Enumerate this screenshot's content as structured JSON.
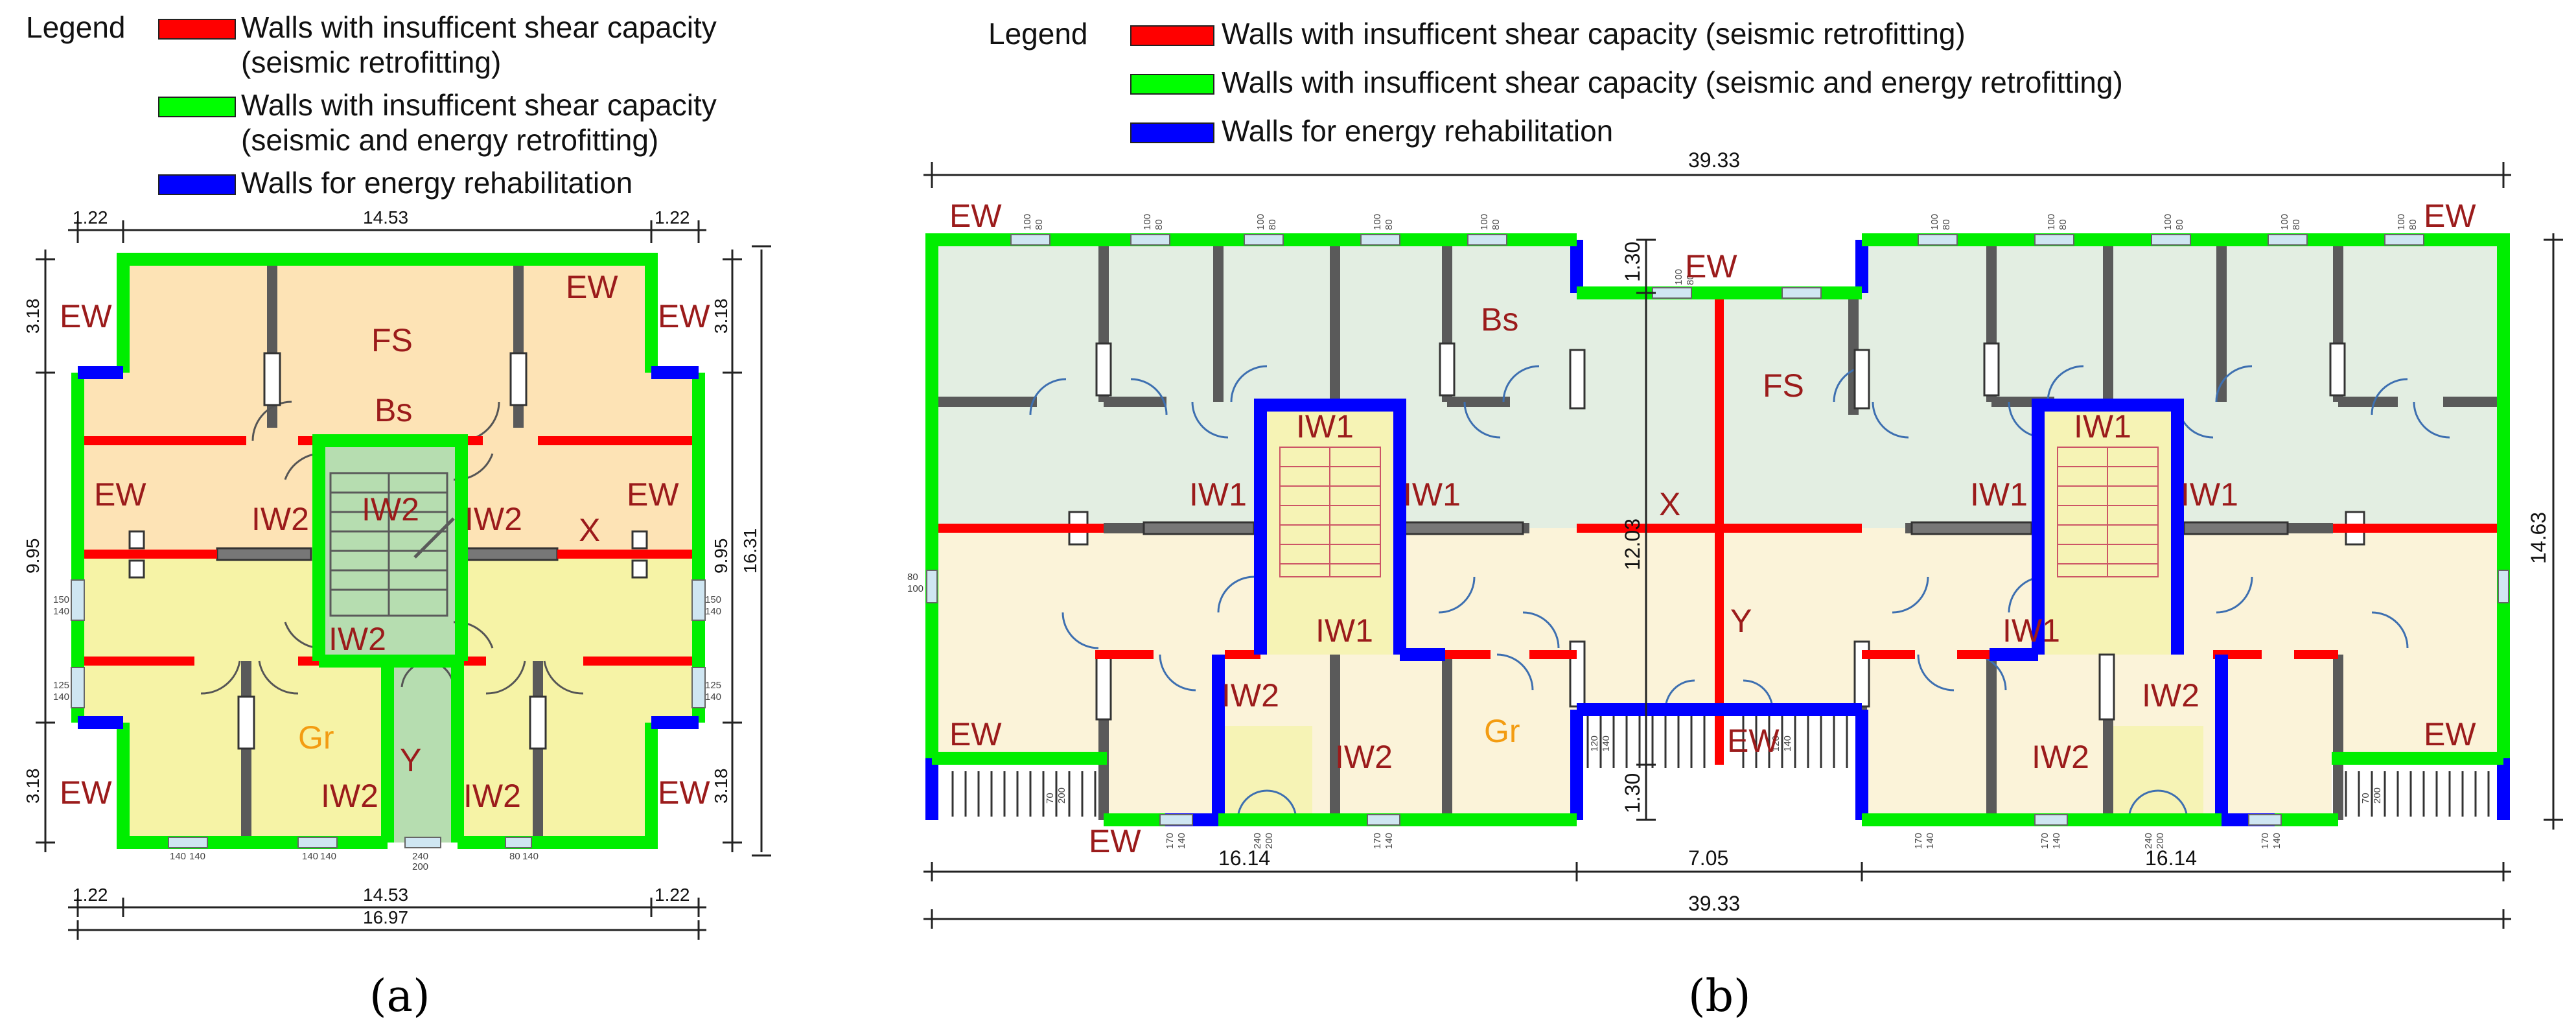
{
  "panels": [
    {
      "id": "a",
      "caption": "(a)",
      "legend": {
        "title": "Legend",
        "items": [
          {
            "color": "#ff0000",
            "lines": [
              "Walls with insufficent shear capacity",
              "(seismic retrofitting)"
            ]
          },
          {
            "color": "#00ff00",
            "lines": [
              "Walls with insufficent shear capacity",
              "(seismic and energy retrofitting)"
            ]
          },
          {
            "color": "#0000ff",
            "lines": [
              "Walls for energy rehabilitation"
            ]
          }
        ]
      },
      "dims": {
        "top_left": "1.22",
        "top_mid": "14.53",
        "top_right": "1.22",
        "bot_left": "1.22",
        "bot_mid": "14.53",
        "bot_right": "1.22",
        "bot_total": "16.97",
        "left_top": "3.18",
        "left_mid": "9.95",
        "left_bot": "3.18",
        "right_top": "3.18",
        "right_mid": "9.95",
        "right_bot": "3.18",
        "right_total": "16.31"
      },
      "small_dims": [
        "150",
        "140",
        "125",
        "140",
        "150",
        "140",
        "125",
        "140",
        "140",
        "140",
        "140",
        "140",
        "240",
        "200",
        "80",
        "140"
      ],
      "labels": [
        "EW",
        "EW",
        "EW",
        "EW",
        "EW",
        "EW",
        "EW",
        "FS",
        "Bs",
        "IW2",
        "IW2",
        "IW2",
        "IW2",
        "X",
        "Y",
        "Gr",
        "IW2",
        "IW2"
      ]
    },
    {
      "id": "b",
      "caption": "(b)",
      "legend": {
        "title": "Legend",
        "items": [
          {
            "color": "#ff0000",
            "lines": [
              "Walls with insufficent shear capacity (seismic retrofitting)"
            ]
          },
          {
            "color": "#00ff00",
            "lines": [
              "Walls with insufficent shear capacity (seismic and energy retrofitting)"
            ]
          },
          {
            "color": "#0000ff",
            "lines": [
              "Walls for energy rehabilitation"
            ]
          }
        ]
      },
      "dims": {
        "top_total": "39.33",
        "bot_left": "16.14",
        "bot_mid": "7.05",
        "bot_right": "16.14",
        "bot_total": "39.33",
        "right_total": "14.63",
        "center_top": "1.30",
        "center_height": "12.03",
        "center_bot": "1.30"
      },
      "small_dims": [
        "100",
        "80",
        "100",
        "80",
        "100",
        "80",
        "100",
        "80",
        "100",
        "80",
        "100",
        "80",
        "100",
        "80",
        "100",
        "80",
        "100",
        "80",
        "100",
        "80",
        "100",
        "80",
        "80",
        "100",
        "120",
        "140",
        "70",
        "200",
        "170",
        "140",
        "240",
        "200",
        "170",
        "140",
        "120",
        "140",
        "70",
        "200",
        "170",
        "140",
        "240",
        "200",
        "170",
        "140",
        "170",
        "140"
      ],
      "labels": [
        "EW",
        "EW",
        "EW",
        "EW",
        "EW",
        "EW",
        "EW",
        "Bs",
        "FS",
        "IW1",
        "IW1",
        "IW1",
        "IW1",
        "IW1",
        "IW1",
        "IW1",
        "IW1",
        "X",
        "Y",
        "IW2",
        "IW2",
        "IW2",
        "IW2",
        "Gr"
      ]
    }
  ]
}
